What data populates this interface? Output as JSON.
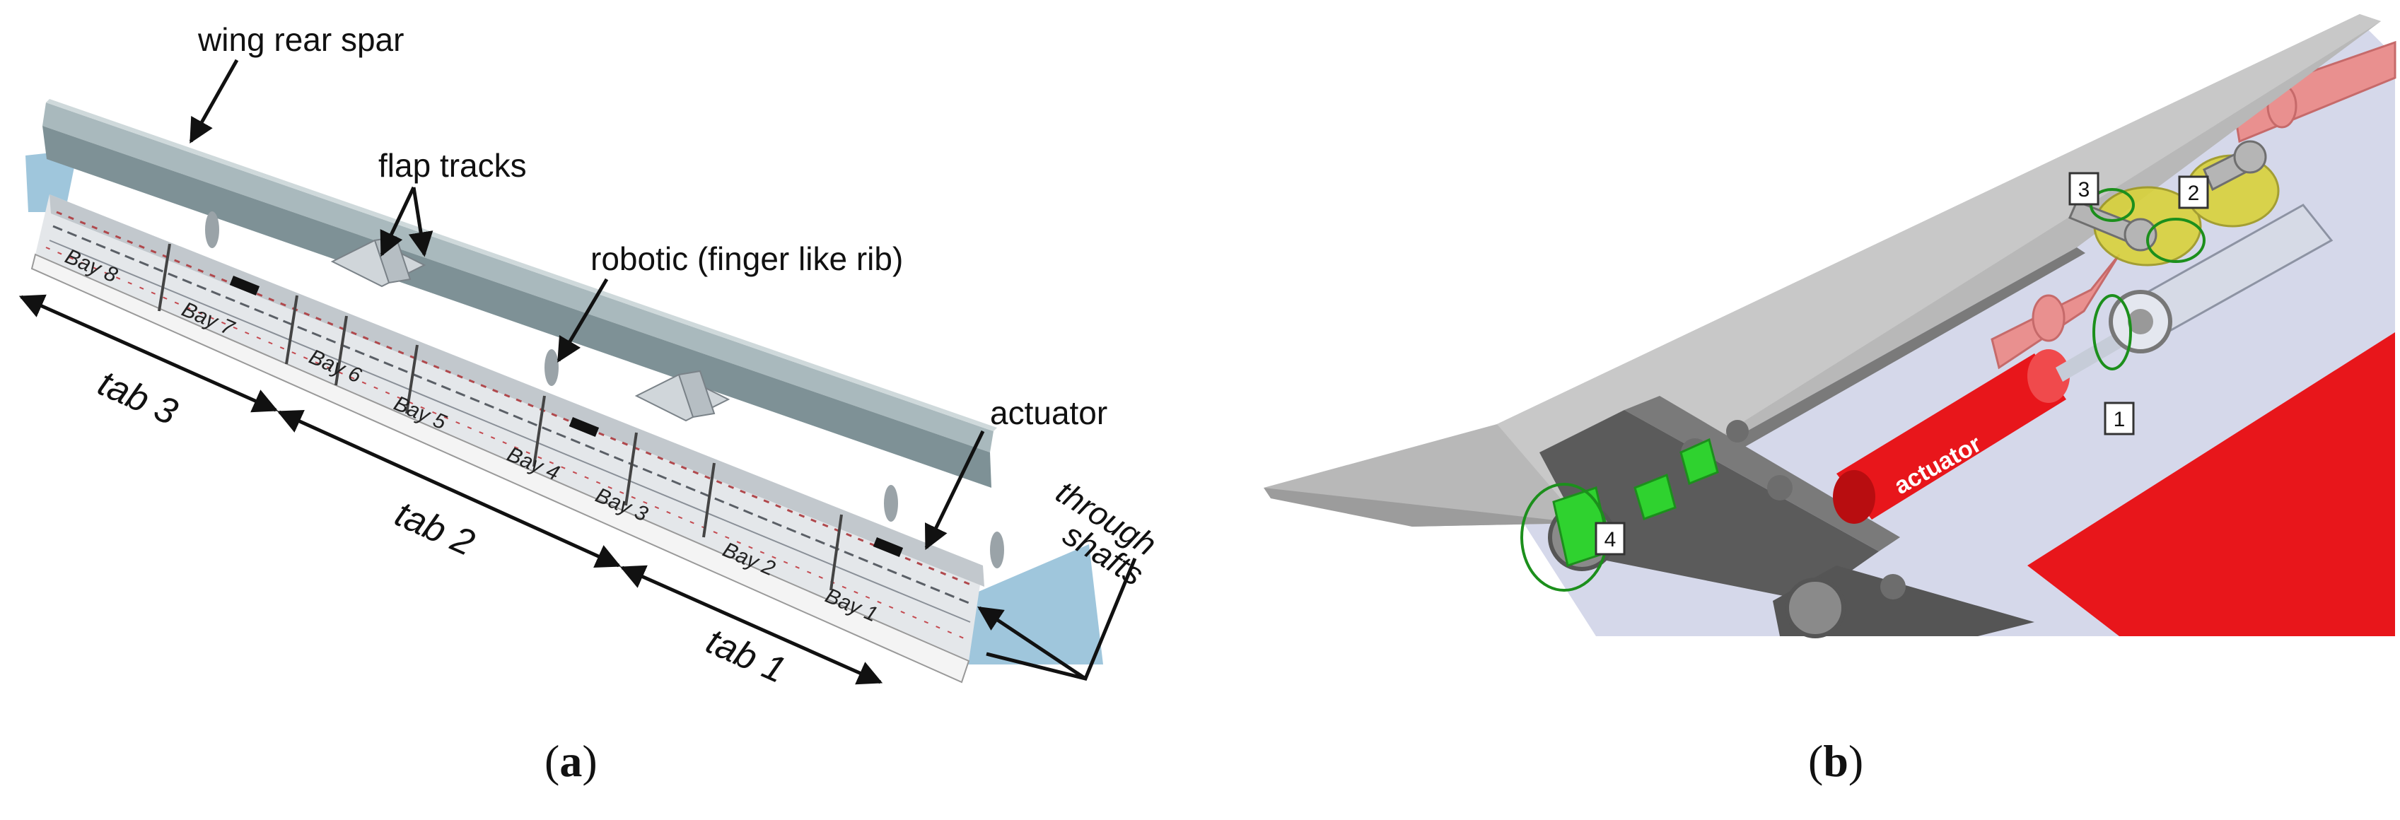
{
  "panel_a": {
    "labels": {
      "rear_spar": "wing rear spar",
      "flap_tracks": "flap tracks",
      "robotic_rib": "robotic (finger like rib)",
      "actuator": "actuator",
      "through": "through",
      "shafts": "shafts",
      "tab3": "tab 3",
      "tab2": "tab 2",
      "tab1": "tab 1"
    },
    "bays": [
      "Bay 8",
      "Bay 7",
      "Bay 6",
      "Bay 5",
      "Bay 4",
      "Bay 3",
      "Bay 2",
      "Bay 1"
    ],
    "caption": {
      "open": "(",
      "letter": "a",
      "close": ")"
    }
  },
  "panel_b": {
    "labels": {
      "actuator": "actuator",
      "marker1": "1",
      "marker2": "2",
      "marker3": "3",
      "marker4": "4"
    },
    "colors": {
      "actuator_red": "#e8161b",
      "rib_pink": "#e9908f",
      "highlight_yellow": "#d9d23a",
      "highlight_green": "#2fd22f",
      "skin_grey": "#b8b8b8"
    },
    "caption": {
      "open": "(",
      "letter": "b",
      "close": ")"
    }
  }
}
